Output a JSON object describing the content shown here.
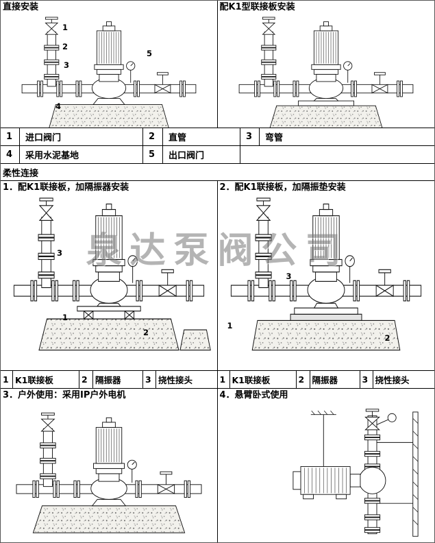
{
  "watermark": "泉达泵阀公司",
  "top": {
    "left_title": "直接安装",
    "right_title": "配K1型联接板安装",
    "callouts": {
      "c1": "1",
      "c2": "2",
      "c3": "3",
      "c4": "4",
      "c5": "5"
    }
  },
  "parts_table": {
    "row1": [
      {
        "num": "1",
        "label": "进口阀门"
      },
      {
        "num": "2",
        "label": "直管"
      },
      {
        "num": "3",
        "label": "弯管"
      }
    ],
    "row2": [
      {
        "num": "4",
        "label": "采用水泥基地"
      },
      {
        "num": "5",
        "label": "出口阀门"
      }
    ]
  },
  "flexible": {
    "header": "柔性连接",
    "panel1_title": "1．配K1联接板，加隔振器安装",
    "panel2_title": "2．配K1联接板，加隔振垫安装",
    "panel3_title": "3．户外使用：采用IP户外电机",
    "panel4_title": "4．悬臂卧式使用",
    "legend": [
      {
        "num": "1",
        "label": "K1联接板"
      },
      {
        "num": "2",
        "label": "隔振器"
      },
      {
        "num": "3",
        "label": "挠性接头"
      }
    ],
    "callouts_p1": {
      "c1": "1",
      "c2": "2",
      "c3": "3"
    },
    "callouts_p2": {
      "c1": "1",
      "c2": "2",
      "c3": "3"
    }
  }
}
